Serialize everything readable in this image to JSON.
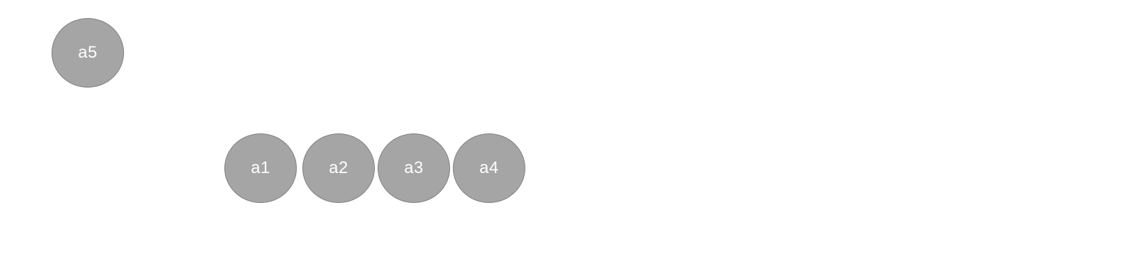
{
  "nodes": [
    {
      "id": "a5",
      "label": "a5"
    },
    {
      "id": "a1",
      "label": "a1"
    },
    {
      "id": "a2",
      "label": "a2"
    },
    {
      "id": "a3",
      "label": "a3"
    },
    {
      "id": "a4",
      "label": "a4"
    }
  ],
  "colors": {
    "node_fill": "#a5a5a5",
    "node_stroke": "#7f7f7f",
    "label": "#ffffff",
    "background": "#ffffff"
  }
}
